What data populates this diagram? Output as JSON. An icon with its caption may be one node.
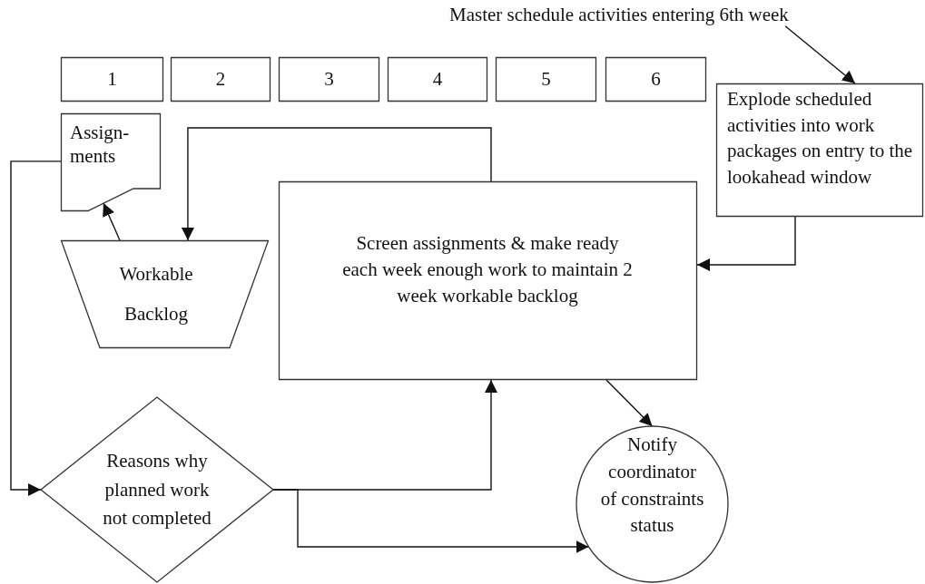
{
  "diagram": {
    "nodes": [
      {
        "text": [
          "Master schedule activities entering 6th week"
        ]
      },
      {
        "text": [
          "1"
        ]
      },
      {
        "text": [
          "2"
        ]
      },
      {
        "text": [
          "3"
        ]
      },
      {
        "text": [
          "4"
        ]
      },
      {
        "text": [
          "5"
        ]
      },
      {
        "text": [
          "6"
        ]
      },
      {
        "text": [
          "Explode scheduled activities into work packages on entry to the lookahead window"
        ]
      },
      {
        "text": [
          "Assign- ments"
        ]
      },
      {
        "text": [
          "Workable Backlog"
        ]
      },
      {
        "text": [
          "Screen assignments & make ready each week enough work to maintain 2 week workable backlog"
        ]
      },
      {
        "text": [
          "Reasons why planned work not completed"
        ]
      },
      {
        "text": [
          "Notify coordinator of constraints status"
        ]
      }
    ],
    "edges": [
      {
        "from": 0,
        "to": 7,
        "arrow": "to"
      },
      {
        "from": 7,
        "to": 10,
        "arrow": "to"
      },
      {
        "from": 10,
        "to": 9,
        "arrow": "to"
      },
      {
        "from": 9,
        "to": 8,
        "arrow": "to"
      },
      {
        "from": 8,
        "to": 11,
        "arrow": "to"
      },
      {
        "from": 11,
        "to": 10,
        "arrow": "to"
      },
      {
        "from": 11,
        "to": 12,
        "arrow": "to"
      },
      {
        "from": 10,
        "to": 12,
        "arrow": "to"
      }
    ]
  }
}
